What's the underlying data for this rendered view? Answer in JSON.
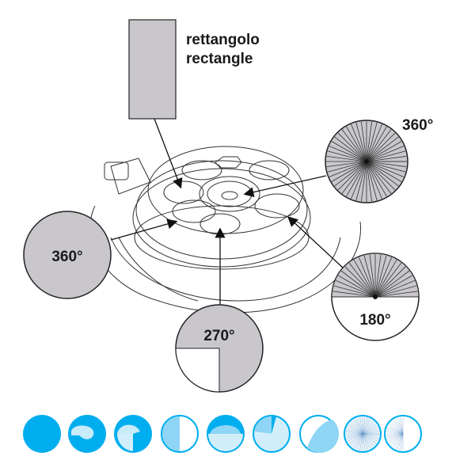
{
  "rectangle_label": {
    "it": "rettangolo",
    "en": "rectangle"
  },
  "patterns": [
    {
      "id": "full-circle-top",
      "label": "360°"
    },
    {
      "id": "full-circle-left",
      "label": "360°"
    },
    {
      "id": "half-circle",
      "label": "180°"
    },
    {
      "id": "three-quarter",
      "label": "270°"
    }
  ],
  "colors": {
    "gray": "#c9c7cc",
    "blue": "#00aeef",
    "light_blue": "#8fd5f5",
    "pale_blue": "#d3eefb",
    "line": "#222222"
  },
  "spray_icons": [
    "full",
    "shower",
    "quarter-jet",
    "half",
    "fan",
    "corner",
    "stream",
    "mist-full",
    "mist-half"
  ]
}
